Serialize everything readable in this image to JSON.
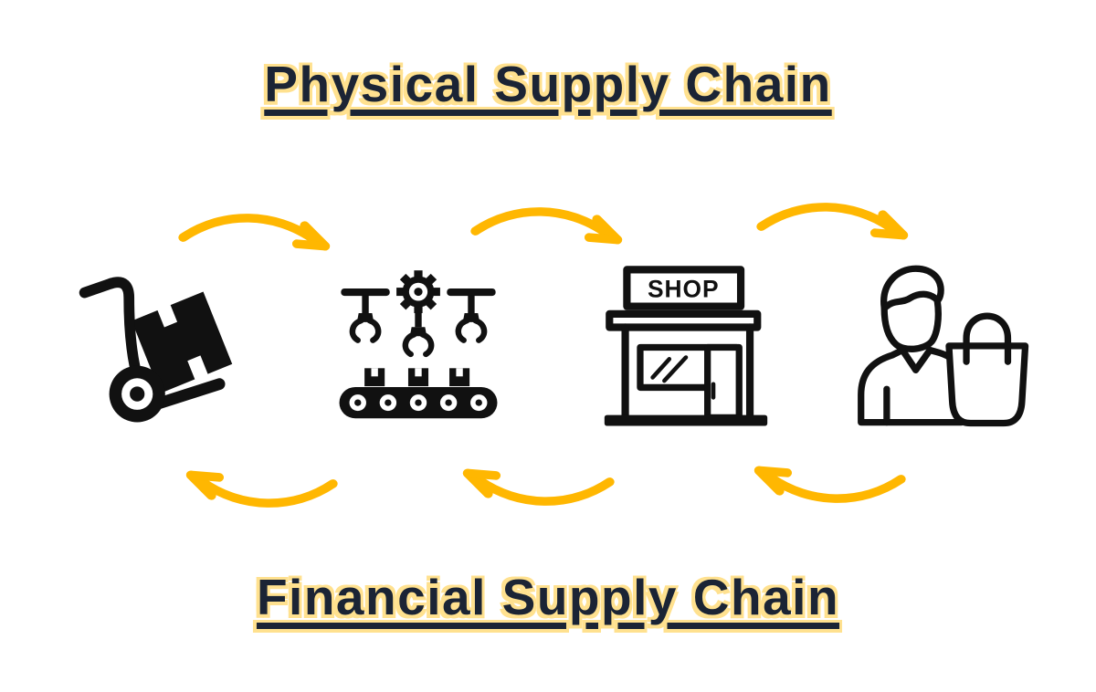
{
  "titles": {
    "physical": "Physical Supply Chain",
    "financial": "Financial Supply Chain"
  },
  "stages": [
    {
      "id": "logistics",
      "icon": "hand-truck-icon",
      "description": "hand truck with boxes"
    },
    {
      "id": "manufacturing",
      "icon": "factory-icon",
      "description": "automated assembly line with gear, robot claws and conveyor"
    },
    {
      "id": "retail",
      "icon": "shop-icon",
      "description": "shop storefront",
      "sign_text": "SHOP"
    },
    {
      "id": "customer",
      "icon": "customer-icon",
      "description": "customer with shopping bag"
    }
  ],
  "flows": {
    "top": {
      "direction": "left-to-right",
      "arrow_count": 3
    },
    "bottom": {
      "direction": "right-to-left",
      "arrow_count": 3
    }
  },
  "colors": {
    "arrow": "#FFB701",
    "title_text": "#1B2435",
    "title_shadow": "#FFE18F",
    "icon": "#111111",
    "background": "#FFFFFF"
  }
}
